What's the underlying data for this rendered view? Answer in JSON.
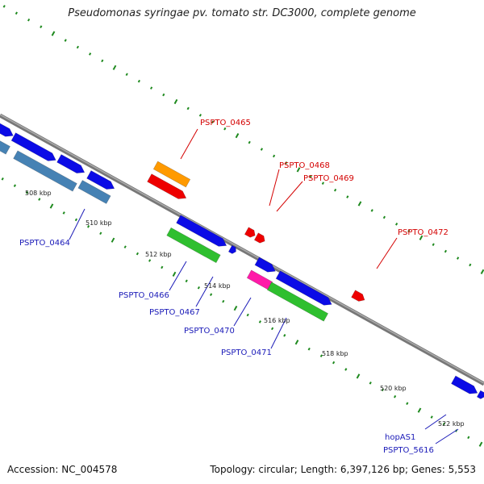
{
  "title": "Pseudomonas syringae pv. tomato str. DC3000, complete genome",
  "footer": {
    "accession": "Accession: NC_004578",
    "summary": "Topology: circular; Length: 6,397,126 bp; Genes: 5,553"
  },
  "colors": {
    "backbone": "#8c8c8c",
    "tick_dot": "#1f8a1f",
    "label_red": "#d40000",
    "label_blue": "#1a1ab8",
    "cds_blue": "#0b0be6",
    "cds_steel": "#4682b4",
    "cds_green": "#2fbf2f",
    "cds_orange": "#ff9a00",
    "cds_red": "#ee0000",
    "cds_pink": "#ff1aa8"
  },
  "scale_labels": [
    "508 kbp",
    "510 kbp",
    "512 kbp",
    "514 kbp",
    "516 kbp",
    "518 kbp",
    "520 kbp",
    "522 kbp"
  ],
  "gene_labels": {
    "red": [
      "PSPTO_0465",
      "PSPTO_0468",
      "PSPTO_0469",
      "PSPTO_0472"
    ],
    "blue": [
      "PSPTO_0464",
      "PSPTO_0466",
      "PSPTO_0467",
      "PSPTO_0470",
      "PSPTO_0471",
      "hopAS1",
      "PSPTO_5616"
    ]
  }
}
